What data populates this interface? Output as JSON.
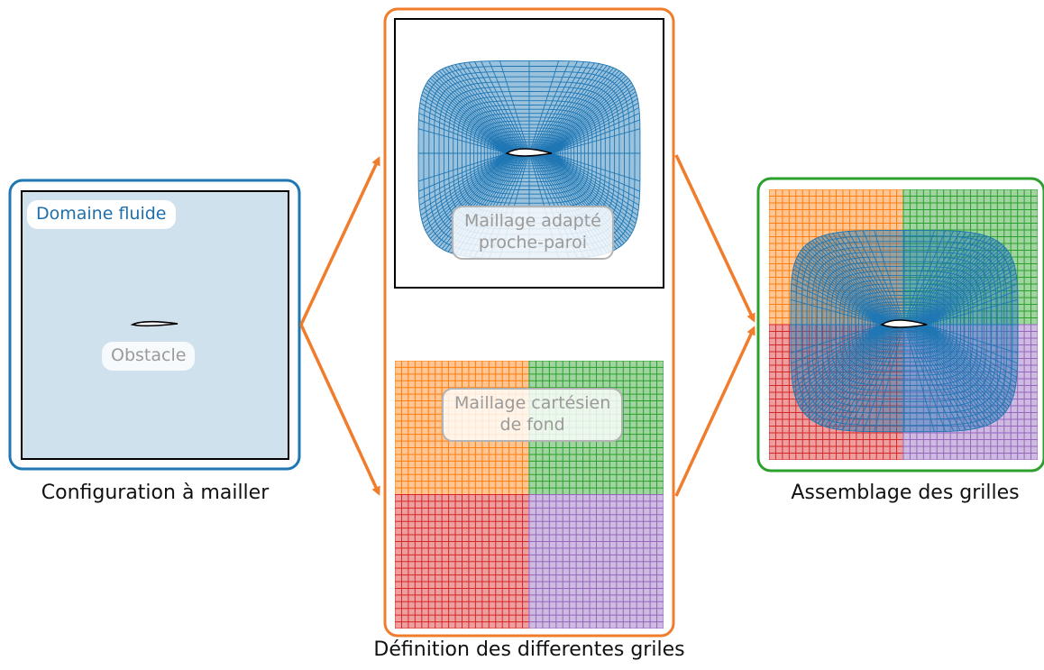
{
  "left_panel": {
    "fluid_label": "Domaine fluide",
    "obstacle_label": "Obstacle",
    "caption": "Configuration à mailler"
  },
  "middle_panel": {
    "near_wall_label_line1": "Maillage adapté",
    "near_wall_label_line2": "proche-paroi",
    "cartesian_label_line1": "Maillage cartésien",
    "cartesian_label_line2": "de fond",
    "caption": "Définition des differentes griles"
  },
  "right_panel": {
    "caption": "Assemblage des grilles"
  },
  "colors": {
    "blue": "#1f77b4",
    "blue_fill": "#d0e1ee",
    "orange": "#ff7f0e",
    "green": "#2ca02c",
    "red": "#d62728",
    "purple": "#9467bd",
    "arrow": "#f07c2c"
  },
  "icons": [
    "airfoil-icon",
    "arrow-icon"
  ]
}
